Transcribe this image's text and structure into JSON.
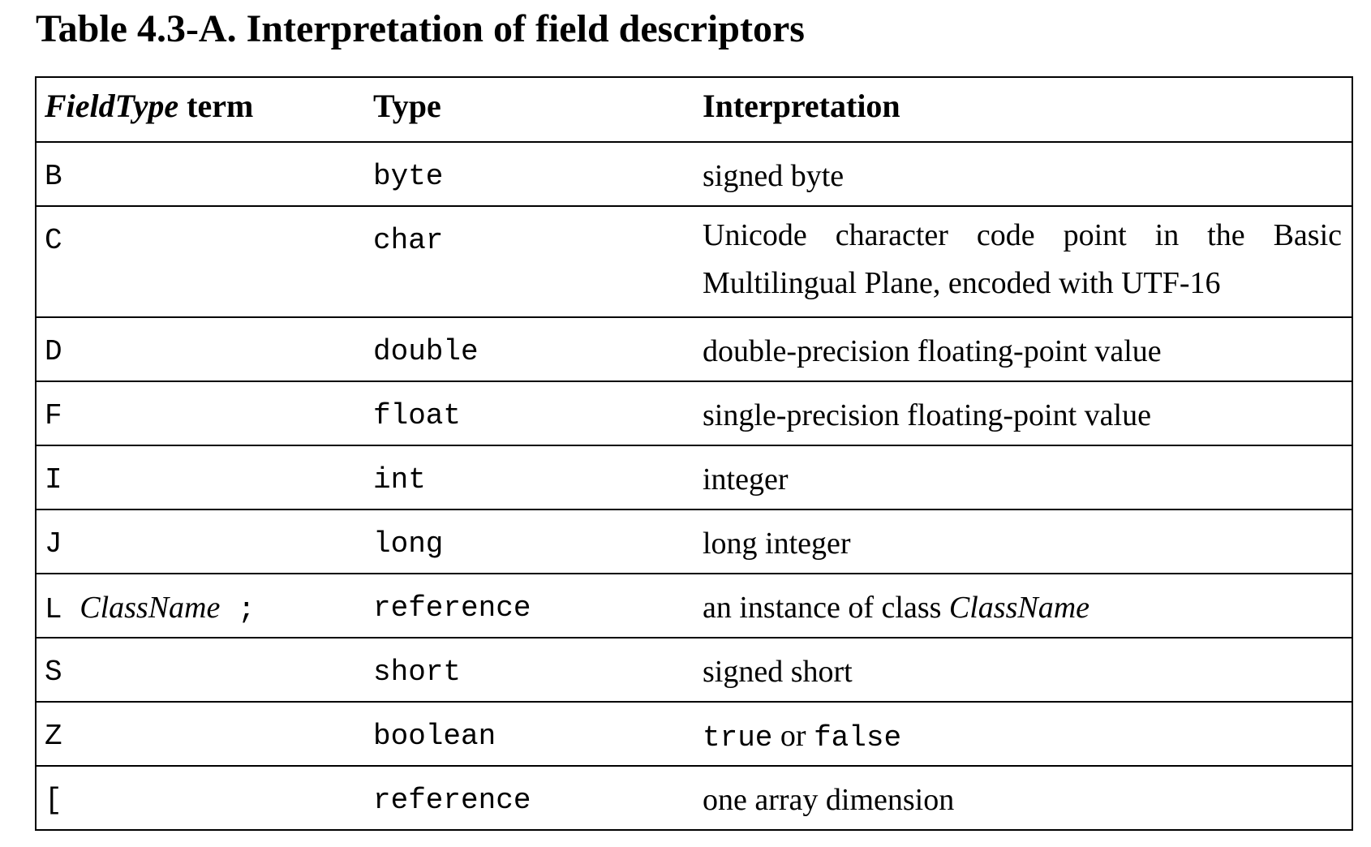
{
  "title": "Table 4.3-A. Interpretation of field descriptors",
  "table": {
    "headers": {
      "fieldtype_italic": "FieldType",
      "fieldtype_rest": " term",
      "type": "Type",
      "interpretation": "Interpretation"
    },
    "rows": [
      {
        "term": "B",
        "type": "byte",
        "interpretation": "signed byte"
      },
      {
        "term": "C",
        "type": "char",
        "interpretation": "Unicode character code point in the Basic Multilingual Plane, encoded with UTF-16"
      },
      {
        "term": "D",
        "type": "double",
        "interpretation": "double-precision floating-point value"
      },
      {
        "term": "F",
        "type": "float",
        "interpretation": "single-precision floating-point value"
      },
      {
        "term": "I",
        "type": "int",
        "interpretation": "integer"
      },
      {
        "term": "J",
        "type": "long",
        "interpretation": "long integer"
      },
      {
        "term_prefix": "L",
        "term_italic": "ClassName",
        "term_suffix": ";",
        "type": "reference",
        "interpretation_prefix": "an instance of class ",
        "interpretation_italic": "ClassName"
      },
      {
        "term": "S",
        "type": "short",
        "interpretation": "signed short"
      },
      {
        "term": "Z",
        "type": "boolean",
        "interpretation_mono_1": "true",
        "interpretation_middle": " or ",
        "interpretation_mono_2": "false"
      },
      {
        "term": "[",
        "type": "reference",
        "interpretation": "one array dimension"
      }
    ]
  }
}
